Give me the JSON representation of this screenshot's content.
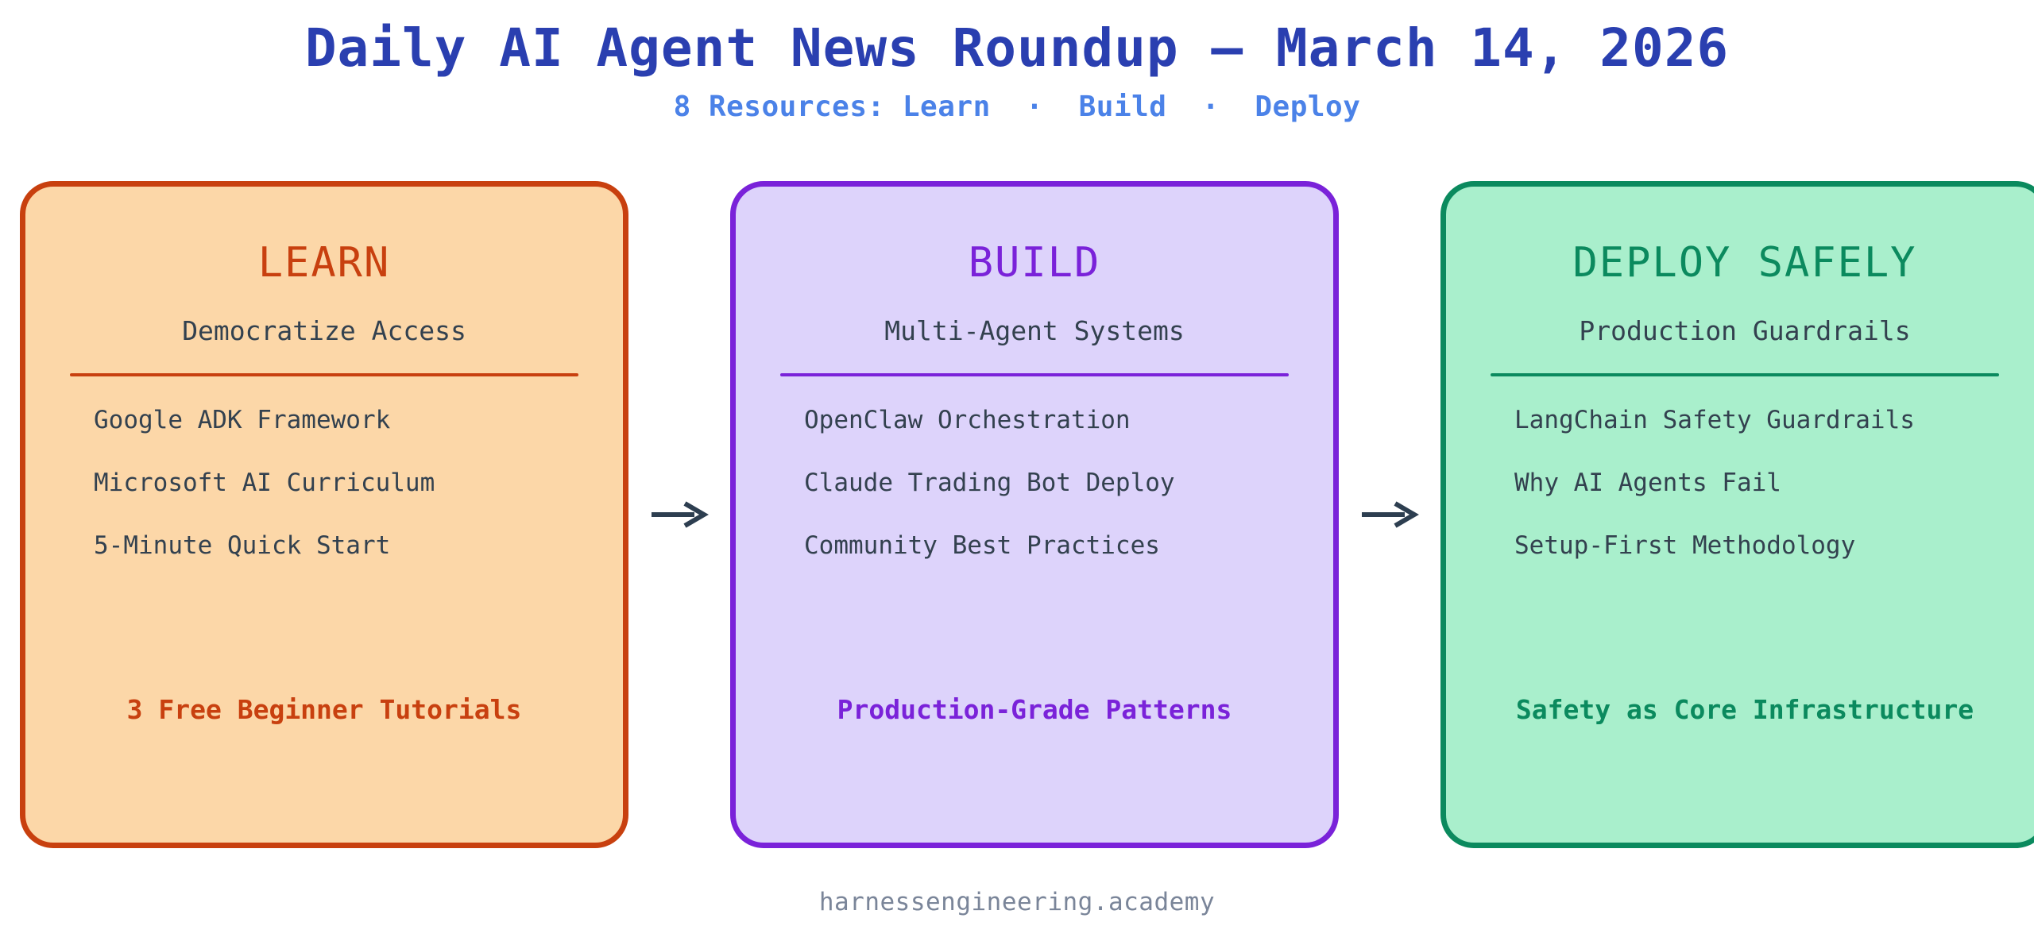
{
  "header": {
    "title": "Daily AI Agent News Roundup — March 14, 2026",
    "subtitle": "8 Resources: Learn  ·  Build  ·  Deploy"
  },
  "columns": [
    {
      "key": "learn",
      "title": "LEARN",
      "subtitle": "Democratize Access",
      "accent": "#c8400f",
      "fill": "#fcd7a8",
      "items": [
        "Google ADK Framework",
        "Microsoft AI Curriculum",
        "5-Minute Quick Start"
      ],
      "footer": "3 Free Beginner Tutorials"
    },
    {
      "key": "build",
      "title": "BUILD",
      "subtitle": "Multi-Agent Systems",
      "accent": "#7a22d9",
      "fill": "#ddd3fb",
      "items": [
        "OpenClaw Orchestration",
        "Claude Trading Bot Deploy",
        "Community Best Practices"
      ],
      "footer": "Production-Grade Patterns"
    },
    {
      "key": "deploy",
      "title": "DEPLOY SAFELY",
      "subtitle": "Production Guardrails",
      "accent": "#0b8a5e",
      "fill": "#a9efcc",
      "items": [
        "LangChain Safety Guardrails",
        "Why AI Agents Fail",
        "Setup-First Methodology"
      ],
      "footer": "Safety as Core Infrastructure"
    }
  ],
  "connectors": [
    {
      "name": "arrow-learn-to-build",
      "glyph": "→",
      "color": "#2d3e50"
    },
    {
      "name": "arrow-build-to-deploy",
      "glyph": "→",
      "color": "#2d3e50"
    }
  ],
  "attribution": "harnessengineering.academy",
  "colors": {
    "title": "#2a3fb0",
    "subtitle": "#4b82e8",
    "body_text": "#33414f",
    "attribution": "#7a8599",
    "background": "#ffffff"
  }
}
